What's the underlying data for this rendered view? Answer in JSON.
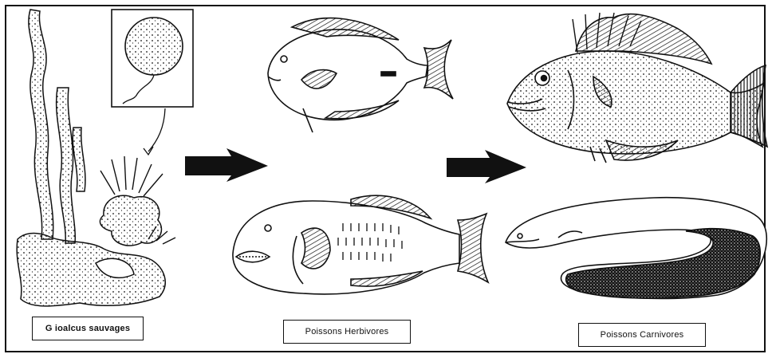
{
  "labels": {
    "algae": "G ioalcus sauvages",
    "herbivores": "Poissons Herbivores",
    "carnivores": "Poissons Carnivores"
  },
  "colors": {
    "ink": "#111111",
    "paper": "#ffffff"
  },
  "icons": [
    "algae-coral-illustration",
    "microalga-cell-icon",
    "arrow-right-icon",
    "surgeonfish-icon",
    "parrotfish-icon",
    "snapper-icon",
    "moray-eel-icon"
  ]
}
